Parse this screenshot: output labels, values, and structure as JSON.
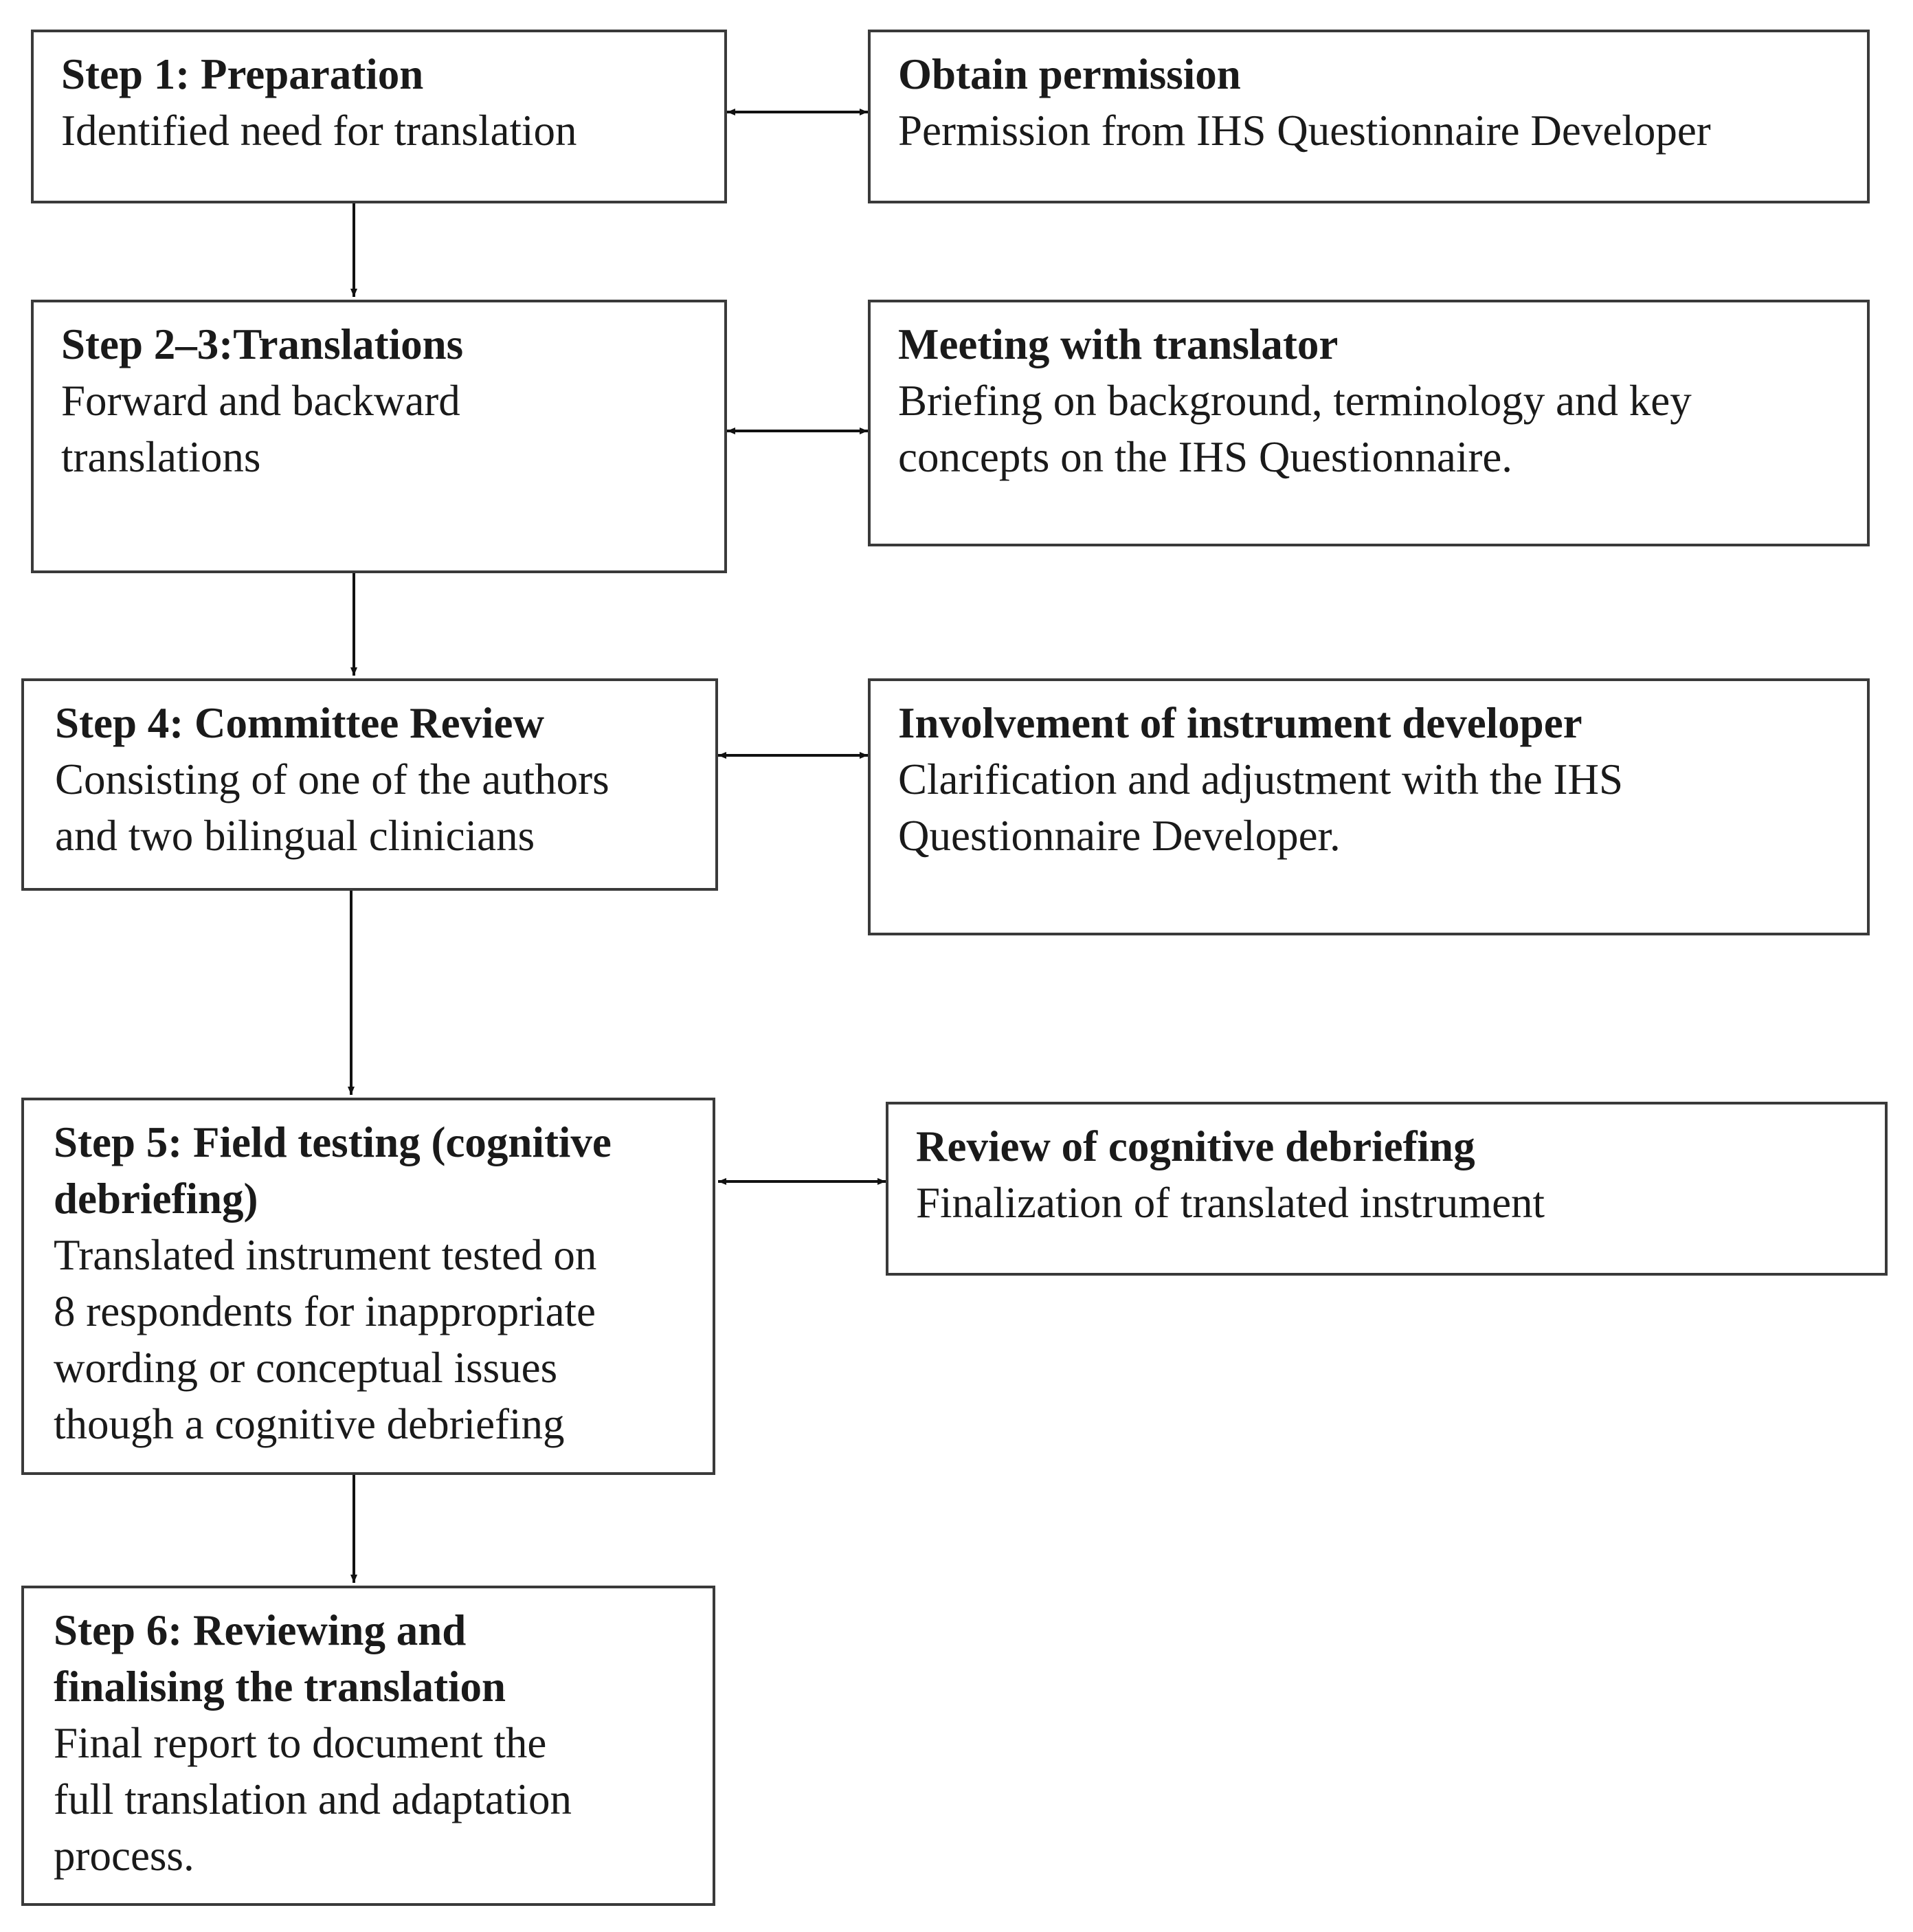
{
  "colors": {
    "border": "#3a3a3a",
    "text": "#1a1a1a",
    "arrow": "#111111",
    "background": "#ffffff"
  },
  "steps": [
    {
      "title": "Step 1: Preparation",
      "body": "Identified need for translation"
    },
    {
      "title": "Step 2–3:Translations",
      "body": "Forward and backward\ntranslations"
    },
    {
      "title": "Step 4: Committee Review",
      "body": "Consisting of one of the authors\nand two bilingual clinicians"
    },
    {
      "title": "Step 5: Field testing (cognitive\ndebriefing)",
      "body": "Translated instrument tested on\n8 respondents for inappropriate\nwording or conceptual issues\nthough a cognitive debriefing"
    },
    {
      "title": "Step 6: Reviewing and\nfinalising the translation",
      "body": "Final report to document the\nfull translation and adaptation\nprocess."
    }
  ],
  "side_boxes": [
    {
      "title": "Obtain permission",
      "body": "Permission from IHS Questionnaire Developer"
    },
    {
      "title": "Meeting with translator",
      "body": "Briefing on background, terminology and key\nconcepts on the IHS Questionnaire."
    },
    {
      "title": "Involvement of instrument developer",
      "body": "Clarification and adjustment with the IHS\nQuestionnaire Developer."
    },
    {
      "title": "Review of cognitive debriefing",
      "body": "Finalization of translated instrument"
    }
  ]
}
